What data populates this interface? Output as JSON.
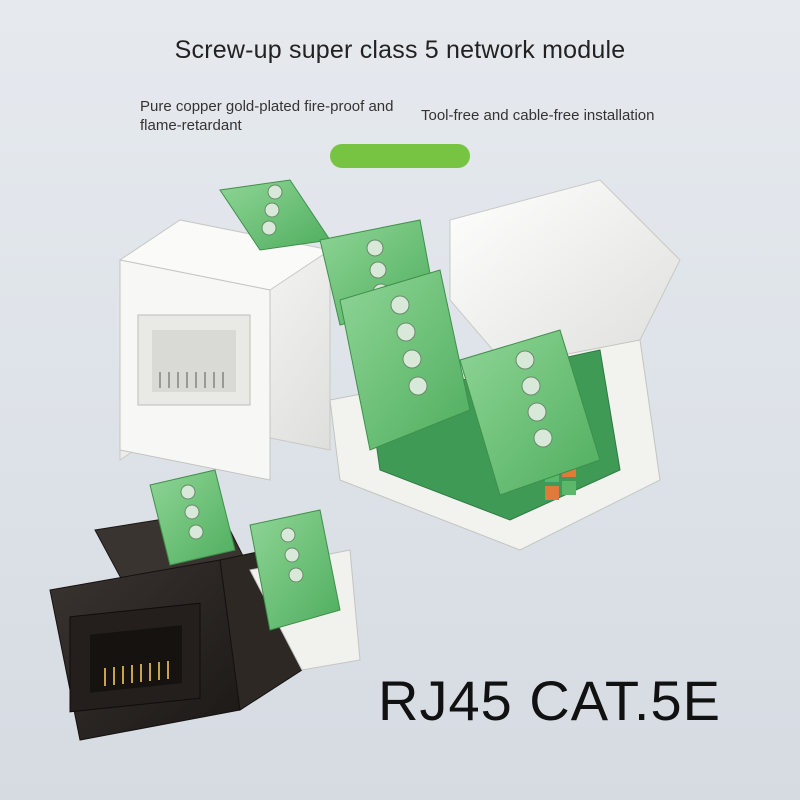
{
  "header": {
    "title": "Screw-up super class 5 network module"
  },
  "features": {
    "left": "Pure copper gold-plated fire-proof and flame-retardant",
    "right": "Tool-free and cable-free installation"
  },
  "badge": {
    "model": "RJ45 CAT.5E"
  },
  "colors": {
    "background": "#dfe4ea",
    "module_white": "#f4f4f2",
    "module_black": "#2a2522",
    "terminal_green": "#6fc27a",
    "pill_green": "#76c442",
    "contact_gold": "#c9a24a"
  }
}
